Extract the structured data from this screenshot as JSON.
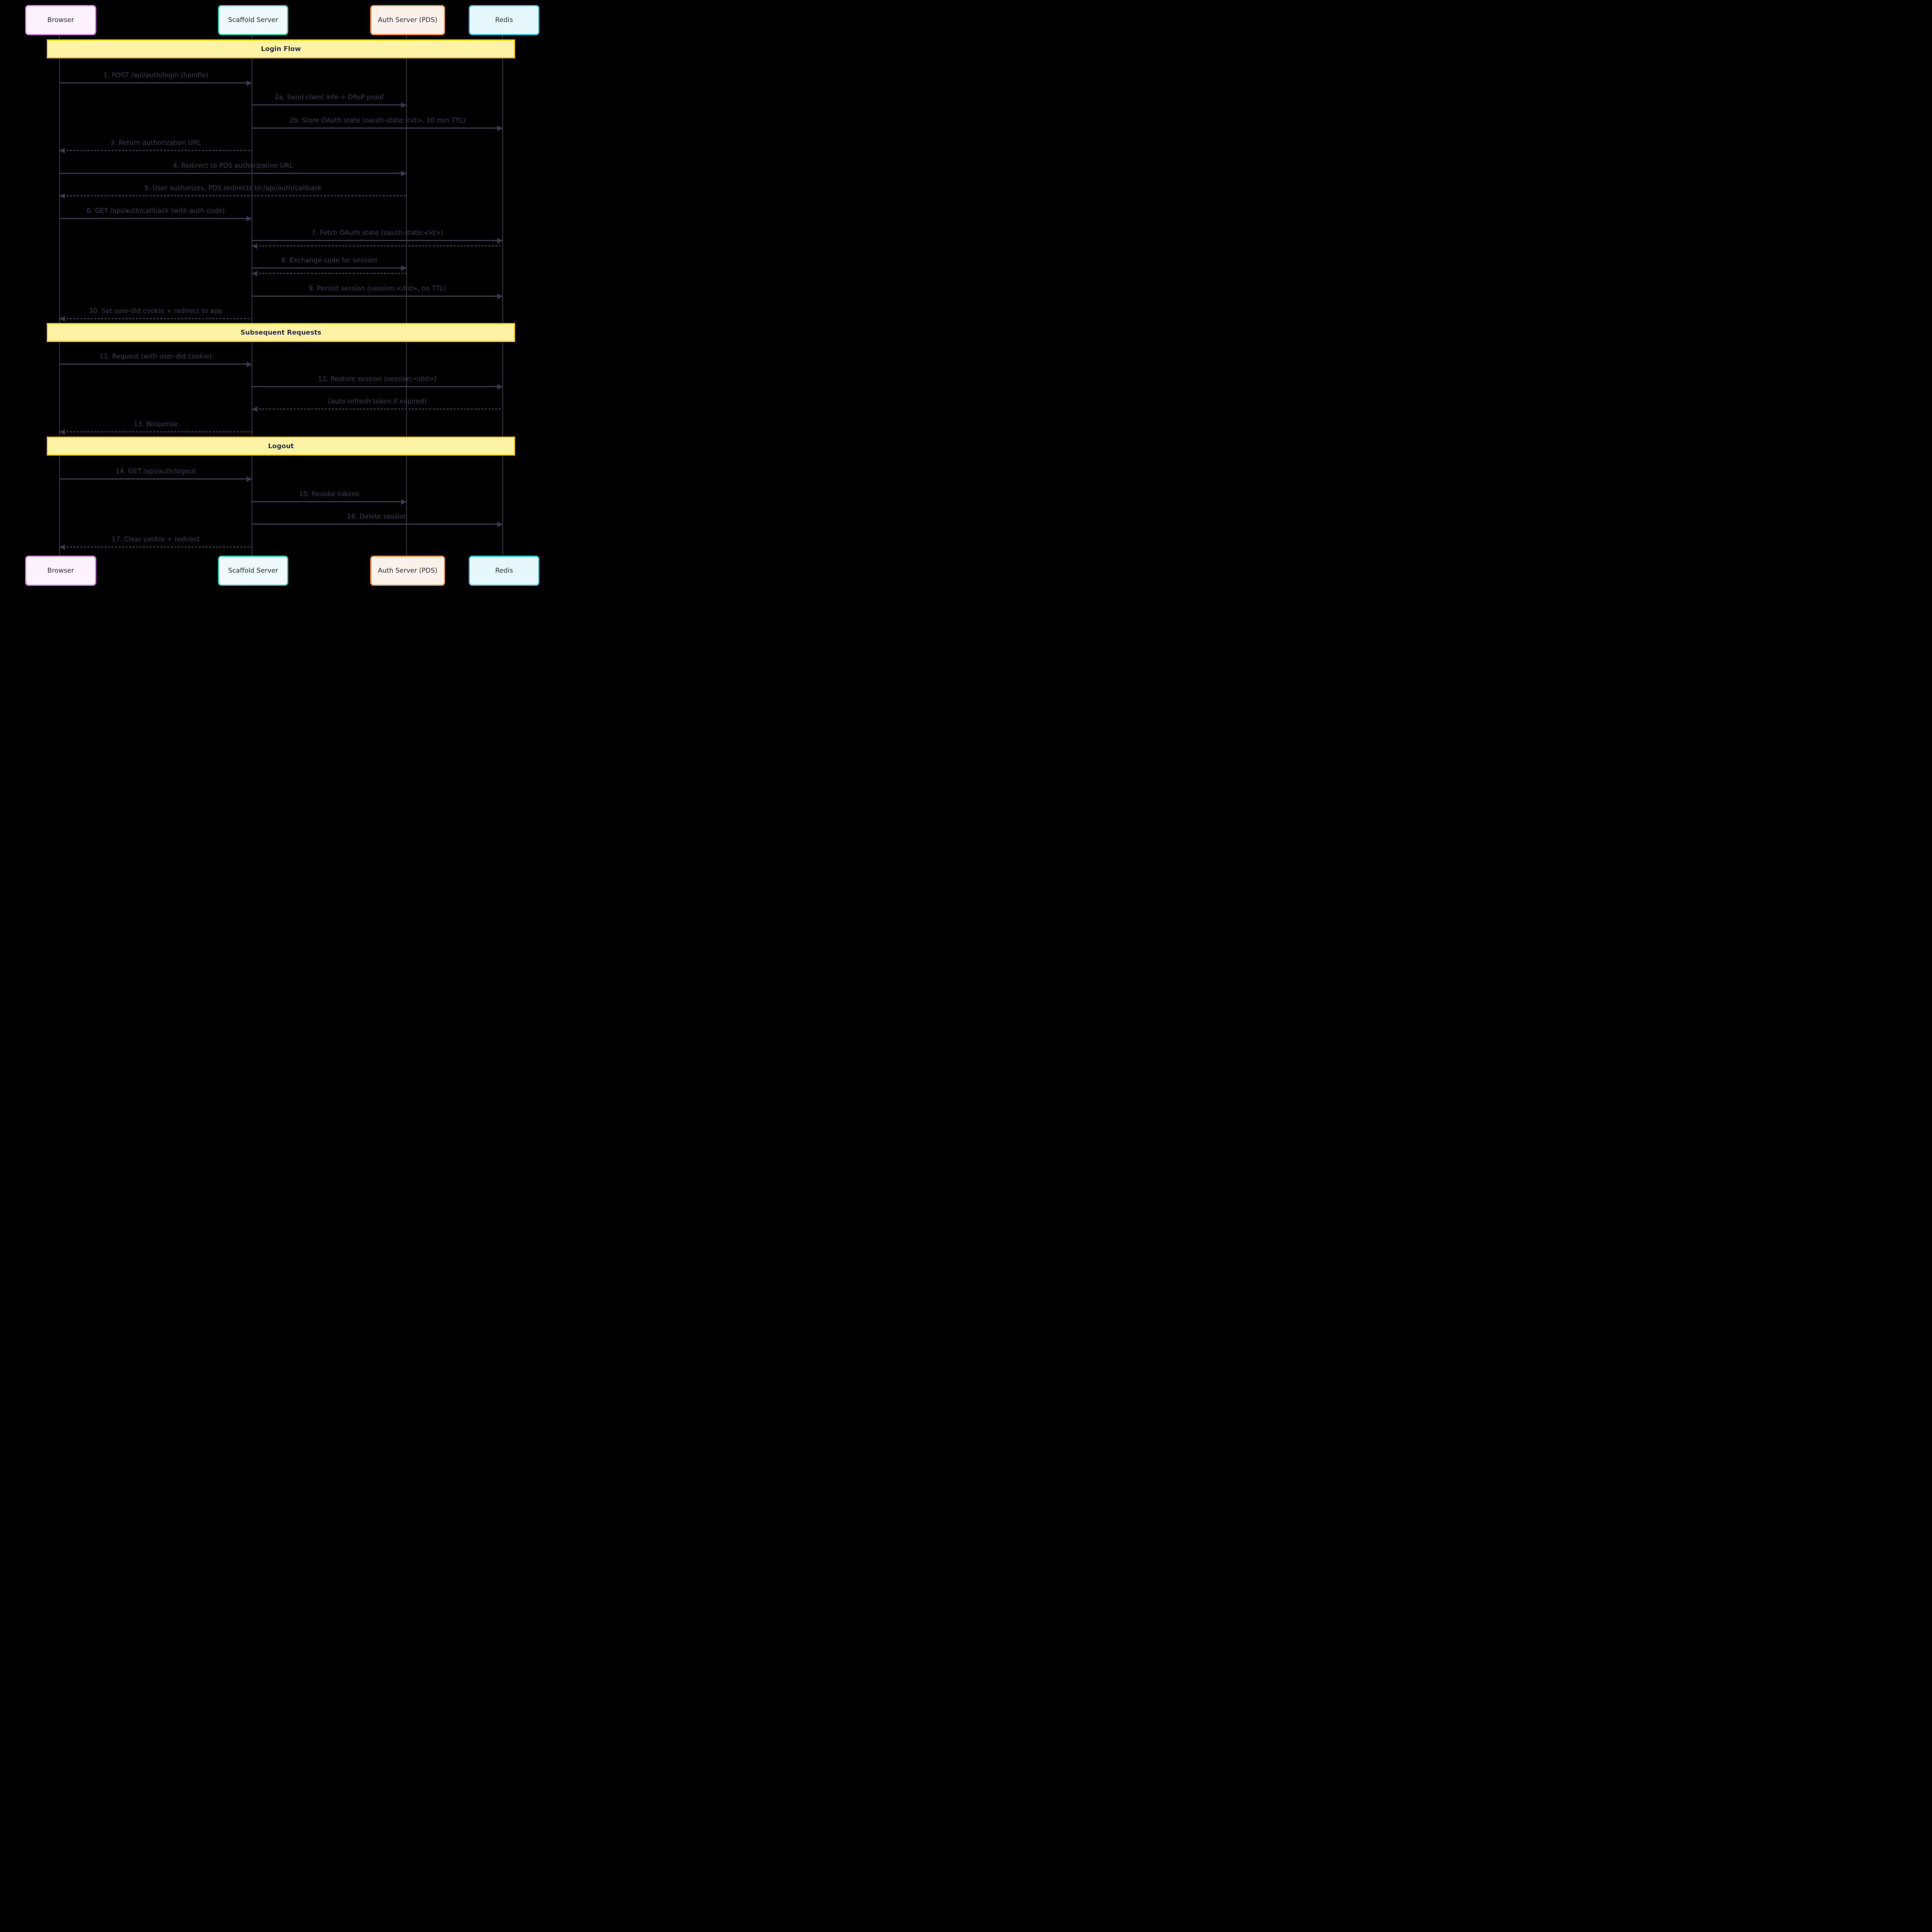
{
  "diagram": {
    "type": "sequence-diagram",
    "background": "#000000"
  },
  "participants": [
    {
      "name": "Browser",
      "fill": "#fbf3fd",
      "border": "#e07ce8"
    },
    {
      "name": "Scaffold Server",
      "fill": "#eefaf7",
      "border": "#2fc7b2"
    },
    {
      "name": "Auth Server (PDS)",
      "fill": "#fdf2e9",
      "border": "#f68b3e"
    },
    {
      "name": "Redis",
      "fill": "#e7f8fd",
      "border": "#25c3e8"
    }
  ],
  "sections": [
    {
      "label": "Login Flow"
    },
    {
      "label": "Subsequent Requests"
    },
    {
      "label": "Logout"
    }
  ],
  "colors": {
    "section_fill": "#fdf3a5",
    "section_border": "#f3c514",
    "line": "#38384f",
    "text": "#3a3954",
    "actor_text": "#2e2e45"
  },
  "messages": [
    {
      "label": "1. POST /api/auth/login (handle)",
      "from": "Browser",
      "to": "Scaffold Server",
      "style": "solid"
    },
    {
      "label": "2a. Send client info + DPoP proof",
      "from": "Scaffold Server",
      "to": "Auth Server (PDS)",
      "style": "solid"
    },
    {
      "label": "2b. Store OAuth state (oauth-state:<id>, 10 min TTL)",
      "from": "Scaffold Server",
      "to": "Redis",
      "style": "solid"
    },
    {
      "label": "3. Return authorization URL",
      "from": "Scaffold Server",
      "to": "Browser",
      "style": "dashed"
    },
    {
      "label": "4. Redirect to PDS authorization URL",
      "from": "Browser",
      "to": "Auth Server (PDS)",
      "style": "solid"
    },
    {
      "label": "5. User authorizes, PDS redirects to /api/auth/callback",
      "from": "Auth Server (PDS)",
      "to": "Browser",
      "style": "dashed"
    },
    {
      "label": "6. GET /api/auth/callback (with auth code)",
      "from": "Browser",
      "to": "Scaffold Server",
      "style": "solid"
    },
    {
      "label": "7. Fetch OAuth state (oauth-state:<id>)",
      "from": "Scaffold Server",
      "to": "Redis",
      "style": "solid"
    },
    {
      "label": "",
      "from": "Redis",
      "to": "Scaffold Server",
      "style": "dashed"
    },
    {
      "label": "8. Exchange code for session",
      "from": "Scaffold Server",
      "to": "Auth Server (PDS)",
      "style": "solid"
    },
    {
      "label": "",
      "from": "Auth Server (PDS)",
      "to": "Scaffold Server",
      "style": "dashed"
    },
    {
      "label": "9. Persist session (session:<did>, no TTL)",
      "from": "Scaffold Server",
      "to": "Redis",
      "style": "solid"
    },
    {
      "label": "10. Set user-did cookie + redirect to app",
      "from": "Scaffold Server",
      "to": "Browser",
      "style": "dashed"
    },
    {
      "label": "11. Request (with user-did cookie)",
      "from": "Browser",
      "to": "Scaffold Server",
      "style": "solid"
    },
    {
      "label": "12. Restore session (session:<did>)",
      "from": "Scaffold Server",
      "to": "Redis",
      "style": "solid"
    },
    {
      "label": "(auto-refresh token if expired)",
      "from": "Redis",
      "to": "Scaffold Server",
      "style": "dashed"
    },
    {
      "label": "13. Response",
      "from": "Scaffold Server",
      "to": "Browser",
      "style": "dashed"
    },
    {
      "label": "14. GET /api/auth/logout",
      "from": "Browser",
      "to": "Scaffold Server",
      "style": "solid"
    },
    {
      "label": "15. Revoke tokens",
      "from": "Scaffold Server",
      "to": "Auth Server (PDS)",
      "style": "solid"
    },
    {
      "label": "16. Delete session",
      "from": "Scaffold Server",
      "to": "Redis",
      "style": "solid"
    },
    {
      "label": "17. Clear cookie + redirect",
      "from": "Scaffold Server",
      "to": "Browser",
      "style": "dashed"
    }
  ]
}
